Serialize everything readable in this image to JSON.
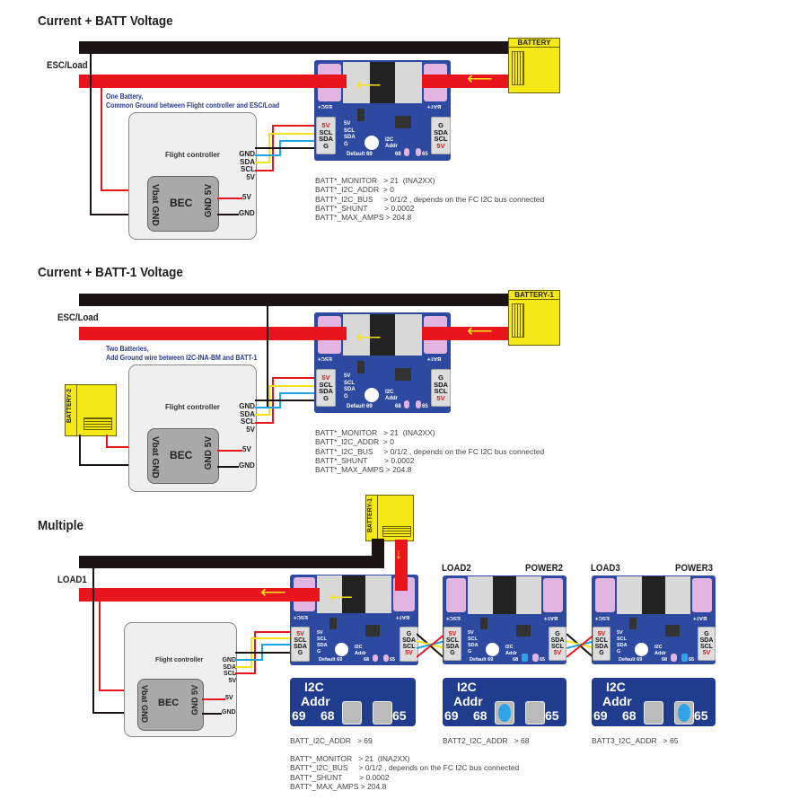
{
  "sections": [
    {
      "title": "Current + BATT Voltage",
      "load_label": "ESC/Load",
      "note": [
        "One Battery,",
        "Common Ground between Flight controller and ESC/Load"
      ],
      "battery_label": "BATTERY",
      "params": "BATT*_MONITOR   > 21  (INA2XX)\nBATT*_I2C_ADDR  > 0\nBATT*_I2C_BUS     > 0/1/2 , depends on the FC I2C bus connected\nBATT*_SHUNT        > 0.0002\nBATT*_MAX_AMPS > 204.8"
    },
    {
      "title": "Current + BATT-1 Voltage",
      "load_label": "ESC/Load",
      "note": [
        "Two Batteries,",
        "Add Ground wire between I2C-INA-BM and BATT-1"
      ],
      "battery_label": "BATTERY-1",
      "battery2_label": "BATTERY-2",
      "params": "BATT*_MONITOR   > 21  (INA2XX)\nBATT*_I2C_ADDR  > 0\nBATT*_I2C_BUS     > 0/1/2 , depends on the FC I2C bus connected\nBATT*_SHUNT        > 0.0002\nBATT*_MAX_AMPS > 204.8"
    },
    {
      "title": "Multiple",
      "load_label": "LOAD1",
      "battery_label": "BATTERY-1",
      "params": "BATT*_MONITOR   > 21  (INA2XX)\nBATT*_I2C_BUS     > 0/1/2 , depends on the FC I2C bus connected\nBATT*_SHUNT        > 0.0002\nBATT*_MAX_AMPS > 204.8",
      "extra_boards": [
        {
          "load": "LOAD2",
          "power": "POWER2"
        },
        {
          "load": "LOAD3",
          "power": "POWER3"
        }
      ],
      "addr_params": [
        "BATT_I2C_ADDR   > 69",
        "BATT2_I2C_ADDR   > 68",
        "BATT3_I2C_ADDR   > 65"
      ],
      "addr_jumpers": [
        "none",
        "68",
        "65"
      ]
    }
  ],
  "flight_controller": {
    "title": "Flight controller",
    "bec": "BEC",
    "vbat": "Vbat",
    "gnd": "GND",
    "gnd5v": "GND 5V",
    "pins": [
      "GND",
      "SDA",
      "SCL",
      "5V"
    ],
    "out_5v": "5V",
    "out_gnd": "GND"
  },
  "board": {
    "left_conn": [
      "5V",
      "SCL",
      "SDA",
      "G"
    ],
    "right_conn": [
      "G",
      "SDA",
      "SCL",
      "5V"
    ],
    "silk_pins": [
      "5V",
      "SCL",
      "SDA",
      "G"
    ],
    "esc": "ESC+",
    "bat": "BAT+",
    "i2c": "I2C",
    "addr": "Addr",
    "default": "Default 69",
    "a68": "68",
    "a65": "65"
  },
  "zoom_strip": {
    "i2c": "I2C",
    "addr": "Addr",
    "a69": "69",
    "a68": "68",
    "a65": "65"
  },
  "colors": {
    "wire_red": "#e8151c",
    "wire_black": "#1c1414",
    "wire_yellow": "#f5e21a",
    "wire_blue": "#1ea4e0",
    "board_blue": "#2d4aa0",
    "battery_yellow": "#f4e816",
    "jumper_blue": "#2fa3e6"
  }
}
